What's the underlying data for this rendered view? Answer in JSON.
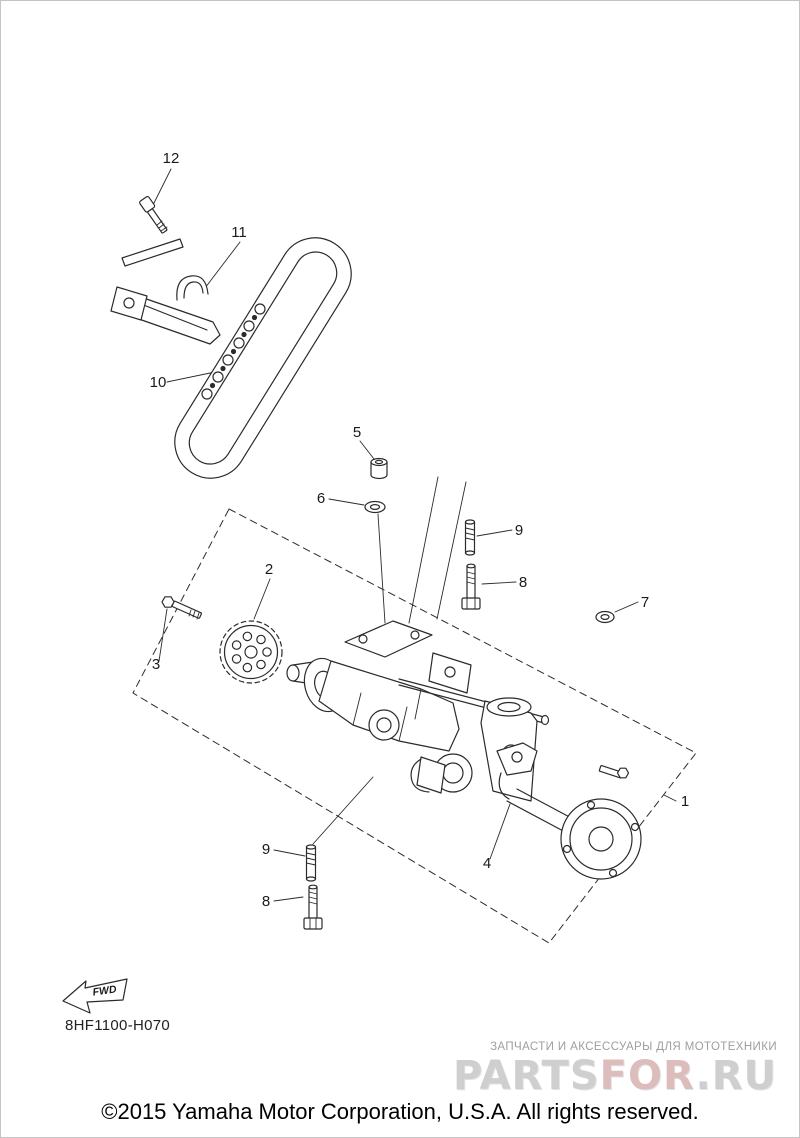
{
  "diagram": {
    "callouts": [
      "12",
      "11",
      "10",
      "5",
      "6",
      "9",
      "8",
      "7",
      "2",
      "3",
      "9",
      "8",
      "4",
      "1"
    ],
    "fwd_label": "FWD",
    "part_code": "8HF1100-H070"
  },
  "watermark": {
    "tagline": "ЗАПЧАСТИ И АКСЕССУАРЫ ДЛЯ МОТОТЕХНИКИ",
    "logo_parts": "PARTS",
    "logo_for": "FOR",
    "logo_ru": ".RU"
  },
  "footer": {
    "copyright": "©2015 Yamaha Motor Corporation, U.S.A. All rights reserved."
  },
  "colors": {
    "line": "#2b2b2b",
    "watermark_gray": "#cfcfcf",
    "watermark_red": "#ddbcbc"
  }
}
